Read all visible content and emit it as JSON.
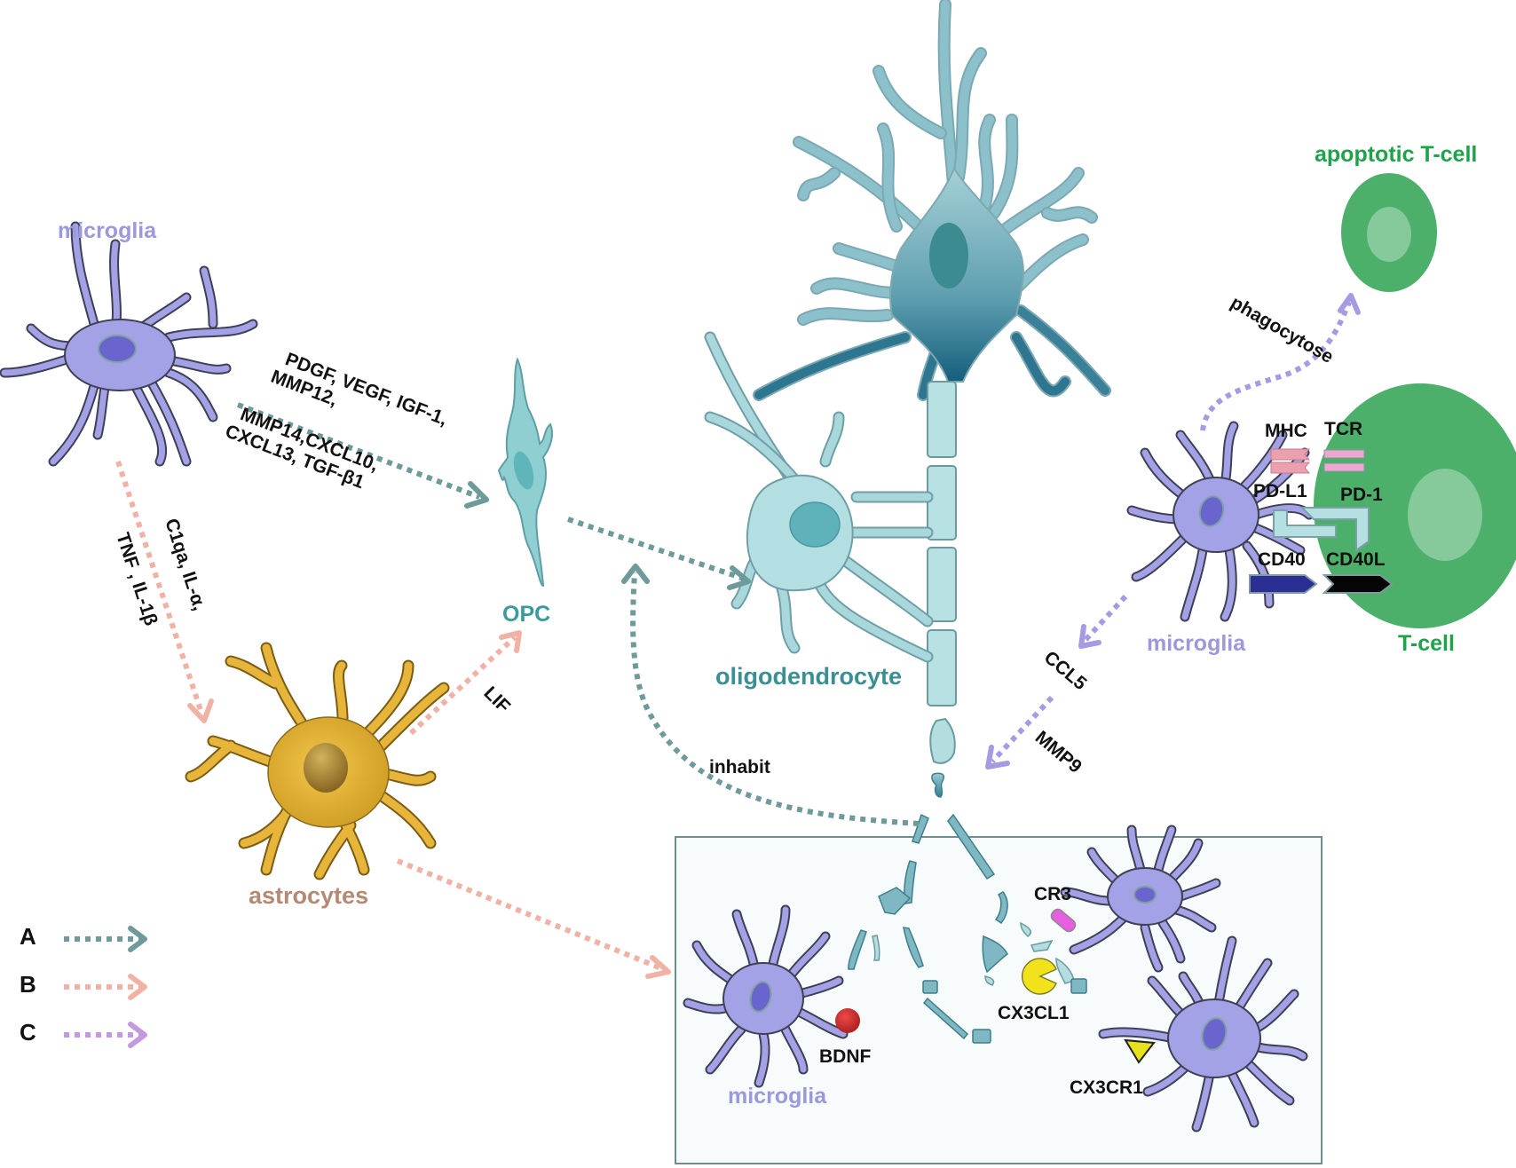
{
  "cells": {
    "microglia_top_left": "microglia",
    "opc": "OPC",
    "oligodendrocyte": "oligodendrocyte",
    "astrocytes": "astrocytes",
    "microglia_right": "microglia",
    "t_cell": "T-cell",
    "apoptotic_t_cell": "apoptotic T-cell",
    "microglia_bottom": "microglia"
  },
  "pathway_labels": {
    "microglia_to_opc_line1": "PDGF, VEGF, IGF-1,",
    "microglia_to_opc_line2": "MMP12,",
    "microglia_to_opc_line3": "MMP14,CXCL10,",
    "microglia_to_opc_line4": "CXCL13, TGF-β1",
    "microglia_to_astro_line1": "C1qa, IL-α,",
    "microglia_to_astro_line2": "TNF , IL-1β",
    "astro_to_opc": "LIF",
    "inhibit": "inhabit",
    "phagocytose": "phagocytose",
    "ccl5": "CCL5",
    "mmp9": "MMP9"
  },
  "receptors": {
    "mhc": "MHC",
    "tcr": "TCR",
    "pd_l1": "PD-L1",
    "pd_1": "PD-1",
    "cd40": "CD40",
    "cd40l": "CD40L"
  },
  "debris_panel": {
    "cr3": "CR3",
    "cx3cl1": "CX3CL1",
    "cx3cr1": "CX3CR1",
    "bdnf": "BDNF"
  },
  "legend": [
    {
      "key": "A",
      "color": "#6f9a9a"
    },
    {
      "key": "B",
      "color": "#f1b2a6"
    },
    {
      "key": "C",
      "color": "#c39ae0"
    }
  ],
  "colors": {
    "microglia": "#a4a2e6",
    "microglia_label": "#9c98dc",
    "opc_label": "#3a9a9c",
    "oligodendrocyte_label": "#3a8f93",
    "astrocyte_label": "#b48a74",
    "t_cell": "#4cb06b",
    "t_cell_label": "#1fa34a",
    "panel_bg": "#f7fbfb",
    "panel_border": "#6e8f8f"
  }
}
